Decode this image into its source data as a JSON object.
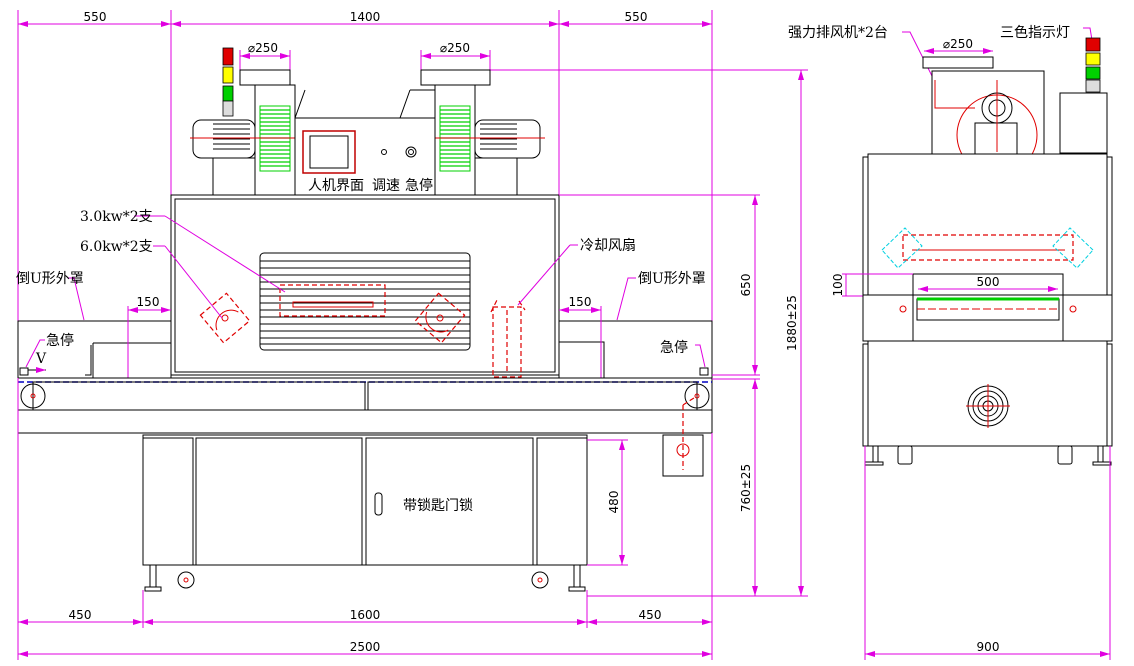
{
  "front_view": {
    "dims_top": [
      "550",
      "1400",
      "550"
    ],
    "duct_diameter_left": "⌀250",
    "duct_diameter_right": "⌀250",
    "panel_labels": {
      "hmi": "人机界面",
      "speed": "调速",
      "estop": "急停"
    },
    "lamp_3kw": "3.0kw*2支",
    "lamp_6kw": "6.0kw*2支",
    "cooling_fan": "冷却风扇",
    "hood_left": "倒U形外罩",
    "hood_right": "倒U形外罩",
    "gap_left": "150",
    "gap_right": "150",
    "estop_left": "急停",
    "estop_right": "急停",
    "direction": "V",
    "door_lock": "带锁匙门锁",
    "dim_480": "480",
    "dim_650": "650",
    "dim_760": "760±25",
    "dim_1880": "1880±25",
    "dims_bottom": [
      "450",
      "1600",
      "450"
    ],
    "total_length": "2500"
  },
  "side_view": {
    "exhaust_fan": "强力排风机*2台",
    "tower_light": "三色指示灯",
    "duct_diameter": "⌀250",
    "window_width": "500",
    "window_height": "100",
    "total_width": "900"
  },
  "colors": {
    "dimension": "#e000e0",
    "lamp": "#e00000",
    "fins": "#00e000",
    "tower_red": "#e00000",
    "tower_yellow": "#ffff00",
    "tower_green": "#00d000",
    "conveyor": "#0000c0"
  }
}
